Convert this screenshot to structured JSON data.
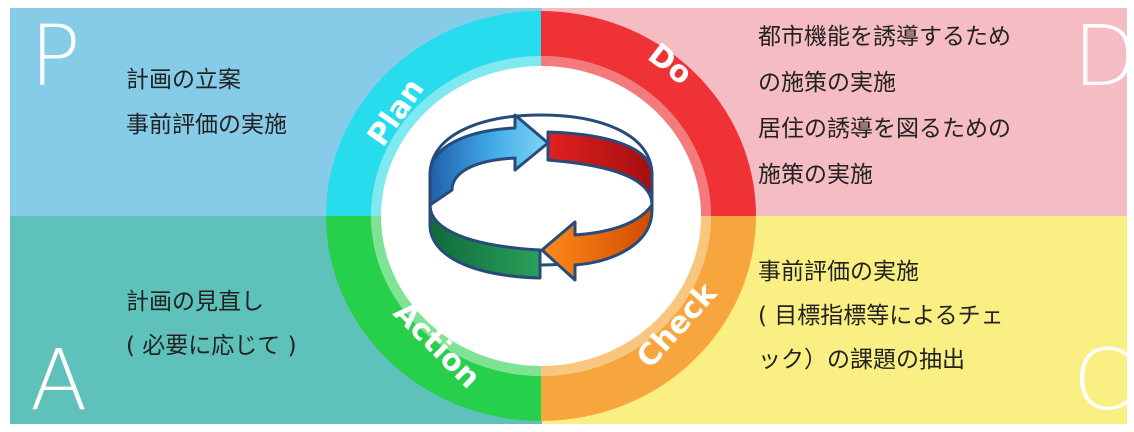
{
  "colors": {
    "plan": "#86cbe8",
    "do": "#f6bcc4",
    "action": "#5fc2ba",
    "check": "#f9ef83",
    "plan_ring": "#27dced",
    "do_ring": "#ef3236",
    "action_ring": "#26d04a",
    "check_ring": "#f7a63e"
  },
  "quadrants": {
    "plan": {
      "letter": "P",
      "lines": [
        "計画の立案",
        "事前評価の実施"
      ]
    },
    "do": {
      "letter": "D",
      "lines": [
        "都市機能を誘導するため",
        "の施策の実施",
        "居住の誘導を図るための",
        "施策の実施"
      ]
    },
    "action": {
      "letter": "A",
      "lines": [
        "計画の見直し",
        "( 必要に応じて )"
      ]
    },
    "check": {
      "letter": "C",
      "lines": [
        "事前評価の実施",
        "( 目標指標等によるチェ",
        "ック）の課題の抽出"
      ]
    }
  },
  "cycle": {
    "labels": {
      "plan": "Plan",
      "do": "Do",
      "check": "Check",
      "action": "Action"
    },
    "icon": "cycle-arrows-icon"
  }
}
